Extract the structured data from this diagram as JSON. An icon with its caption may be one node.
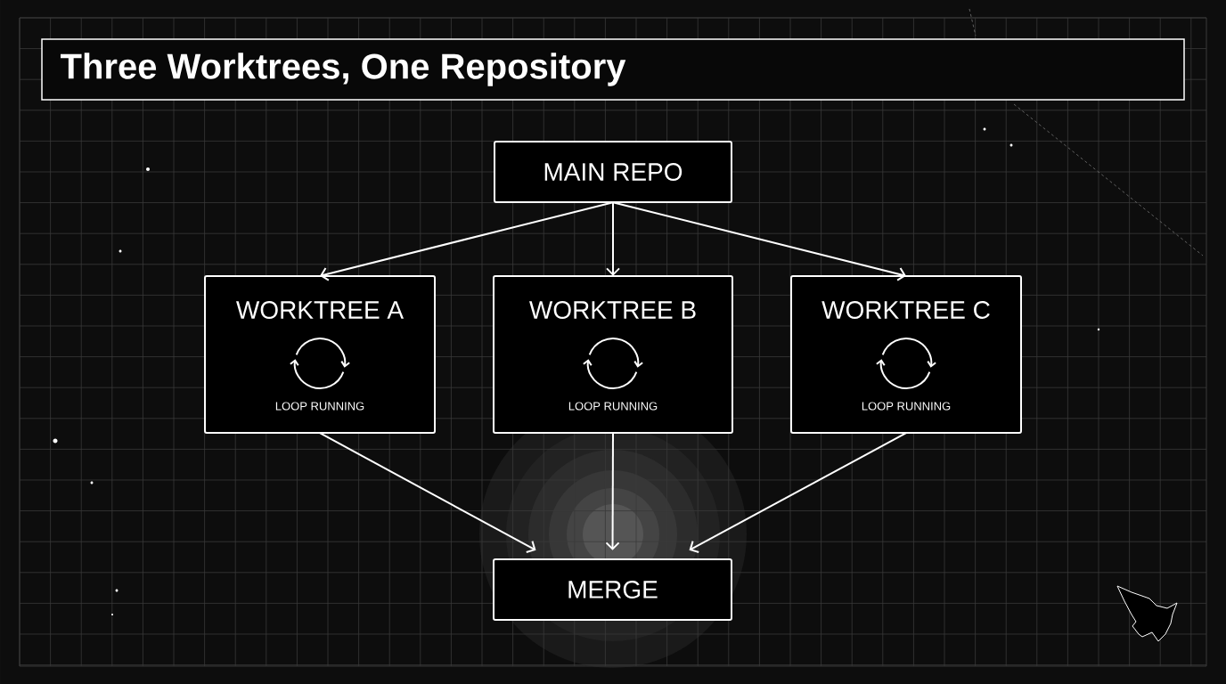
{
  "diagram": {
    "title": "Three Worktrees, One Repository",
    "nodes": [
      {
        "text": [
          "MAIN REPO"
        ]
      },
      {
        "text": [
          "WORKTREE A",
          "LOOP RUNNING"
        ]
      },
      {
        "text": [
          "WORKTREE B",
          "LOOP RUNNING"
        ]
      },
      {
        "text": [
          "WORKTREE C",
          "LOOP RUNNING"
        ]
      },
      {
        "text": [
          "MERGE"
        ]
      }
    ],
    "edges": [
      {
        "from": 0,
        "to": 1,
        "arrow": "to"
      },
      {
        "from": 0,
        "to": 2,
        "arrow": "to"
      },
      {
        "from": 0,
        "to": 3,
        "arrow": "to"
      },
      {
        "from": 1,
        "to": 4,
        "arrow": "to"
      },
      {
        "from": 2,
        "to": 4,
        "arrow": "to"
      },
      {
        "from": 3,
        "to": 4,
        "arrow": "to"
      }
    ]
  }
}
